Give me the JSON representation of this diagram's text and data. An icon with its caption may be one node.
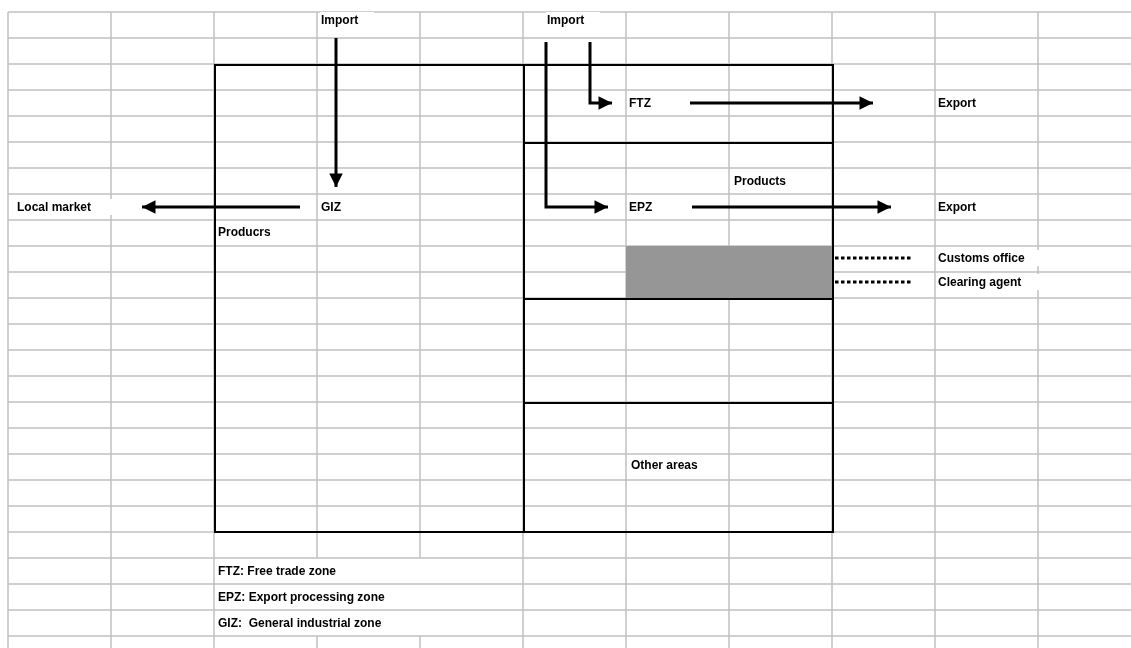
{
  "diagram": {
    "nodes": [
      {
        "text": [
          "Import"
        ]
      },
      {
        "text": [
          "Import"
        ]
      },
      {
        "text": [],
        "shape": "box"
      },
      {
        "text": [],
        "shape": "box"
      },
      {
        "text": [],
        "shape": "box",
        "in": 3
      },
      {
        "text": [
          "FTZ"
        ],
        "in": 4
      },
      {
        "text": [
          "Export"
        ]
      },
      {
        "text": [],
        "shape": "box",
        "in": 3
      },
      {
        "text": [
          "GIZ"
        ],
        "in": 2
      },
      {
        "text": [
          "Local market"
        ]
      },
      {
        "text": [
          "EPZ"
        ],
        "in": 7
      },
      {
        "text": [
          "Export"
        ]
      },
      {
        "text": [],
        "shape": "box",
        "in": 7
      },
      {
        "text": [
          "Customs office"
        ]
      },
      {
        "text": [
          "Clearing agent"
        ]
      },
      {
        "text": [
          "Other areas"
        ],
        "in": 3
      }
    ],
    "edges": [
      {
        "from": 0,
        "to": 8,
        "arrow": "to"
      },
      {
        "from": 1,
        "to": 5,
        "arrow": "to"
      },
      {
        "from": 1,
        "to": 10,
        "arrow": "to"
      },
      {
        "from": 8,
        "to": 9,
        "arrow": "to"
      },
      {
        "from": 5,
        "to": 6,
        "arrow": "to"
      },
      {
        "from": 10,
        "to": 11,
        "arrow": "to",
        "label": "Products"
      },
      {
        "from": 12,
        "to": 13,
        "arrow": "none",
        "style": "dashed"
      },
      {
        "from": 12,
        "to": 14,
        "arrow": "none",
        "style": "dashed"
      }
    ],
    "labels": [
      "Producrs",
      "FTZ: Free trade zone",
      "EPZ: Export processing zone",
      "GIZ:  General industrial zone"
    ]
  }
}
